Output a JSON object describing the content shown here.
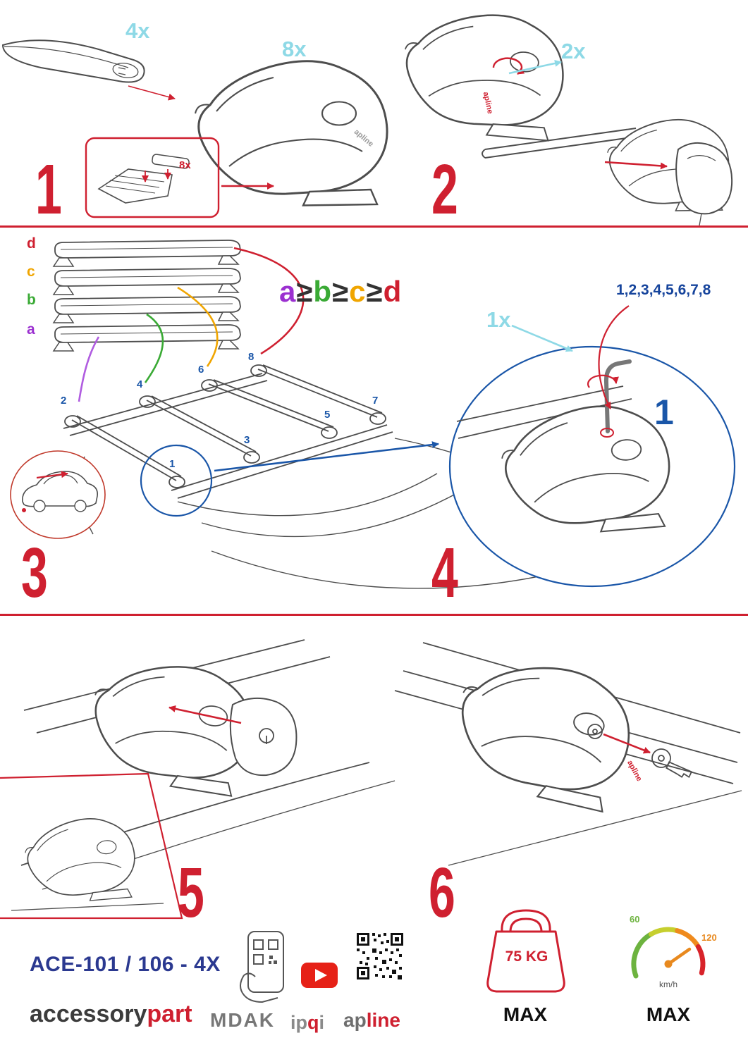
{
  "colors": {
    "accent_red": "#cf2030",
    "cyan": "#8ed9e6",
    "blue": "#1a56a8",
    "purple": "#9b30d0",
    "green": "#3aaa35",
    "orange": "#f0a500"
  },
  "steps": {
    "step1": {
      "num": "1",
      "bar_qty": "4x",
      "foot_qty": "8x",
      "inset_qty": "8x"
    },
    "step2": {
      "num": "2",
      "qty": "2x"
    },
    "step3": {
      "num": "3",
      "bar_labels": [
        "d",
        "c",
        "b",
        "a"
      ],
      "formula": {
        "a": "a",
        "b": "b",
        "c": "c",
        "d": "d",
        "ge": "≥"
      },
      "positions": [
        "1",
        "2",
        "3",
        "4",
        "5",
        "6",
        "7",
        "8"
      ]
    },
    "step4": {
      "num": "4",
      "qty": "1x",
      "sequence": "1,2,3,4,5,6,7,8",
      "callout": "1"
    },
    "step5": {
      "num": "5"
    },
    "step6": {
      "num": "6"
    }
  },
  "drawings": {
    "logo": "apline"
  },
  "footer": {
    "model": "ACE-101 / 106 - 4X",
    "brand": {
      "accessory": "accessory",
      "part": "part"
    },
    "logos": {
      "mdak": "MDAK",
      "ipqi_ip": "ip",
      "ipqi_q": "q",
      "ipqi_i": "i",
      "apline_ap": "ap",
      "apline_line": "line"
    },
    "weight": {
      "value": "75 KG",
      "max": "MAX"
    },
    "speed": {
      "low": "60",
      "high": "120",
      "unit": "km/h",
      "max": "MAX"
    }
  }
}
